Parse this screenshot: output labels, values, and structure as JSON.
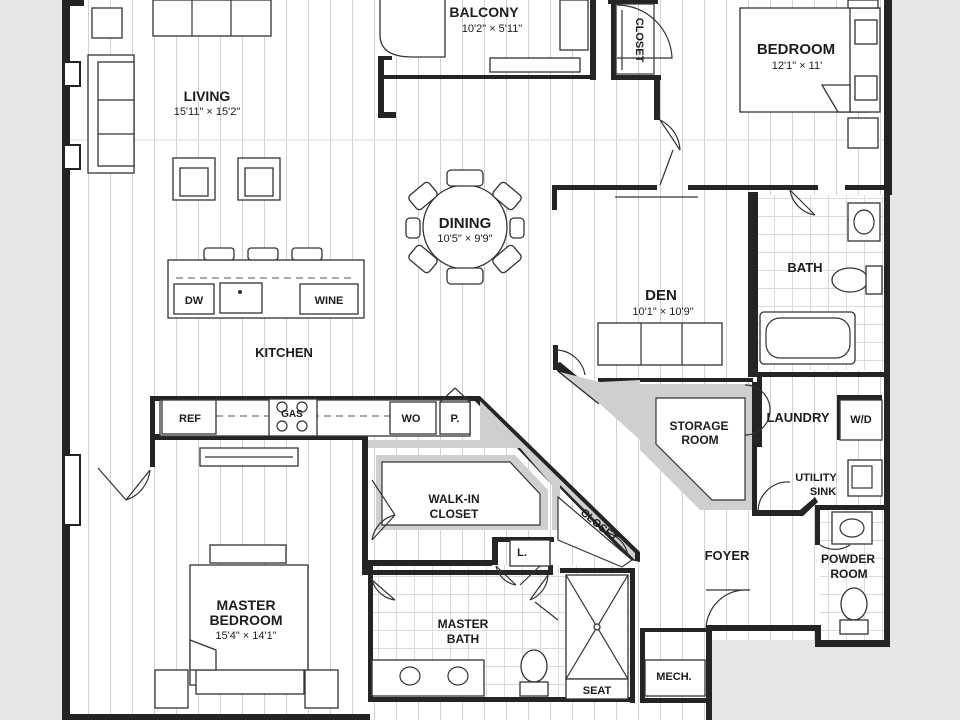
{
  "rooms": {
    "balcony": {
      "name": "BALCONY",
      "dims": "10'2\" × 5'11\""
    },
    "closet_top": {
      "name": "CLOSET"
    },
    "bedroom": {
      "name": "BEDROOM",
      "dims": "12'1\" × 11'"
    },
    "living": {
      "name": "LIVING",
      "dims": "15'11\" × 15'2\""
    },
    "dining": {
      "name": "DINING",
      "dims": "10'5\" × 9'9\""
    },
    "bath": {
      "name": "BATH"
    },
    "den": {
      "name": "DEN",
      "dims": "10'1\" × 10'9\""
    },
    "kitchen": {
      "name": "KITCHEN"
    },
    "storage": {
      "line1": "STORAGE",
      "line2": "ROOM"
    },
    "laundry": {
      "name": "LAUNDRY"
    },
    "walk_in": {
      "line1": "WALK-IN",
      "line2": "CLOSET"
    },
    "closet_diag": {
      "name": "CLOSET"
    },
    "utility": {
      "line1": "UTILITY",
      "line2": "SINK"
    },
    "foyer": {
      "name": "FOYER"
    },
    "powder": {
      "line1": "POWDER",
      "line2": "ROOM"
    },
    "master_bedroom": {
      "line1": "MASTER",
      "line2": "BEDROOM",
      "dims": "15'4\" × 14'1\""
    },
    "master_bath": {
      "line1": "MASTER",
      "line2": "BATH"
    },
    "mech": {
      "name": "MECH."
    }
  },
  "fixtures": {
    "dw": "DW",
    "wine": "WINE",
    "ref": "REF",
    "gas": "GAS",
    "wo": "WO",
    "pantry": "P.",
    "wd": "W/D",
    "linen": "L.",
    "seat": "SEAT"
  },
  "colors": {
    "wall": "#242424",
    "floor": "#ffffff",
    "background": "#e6e6e4"
  }
}
